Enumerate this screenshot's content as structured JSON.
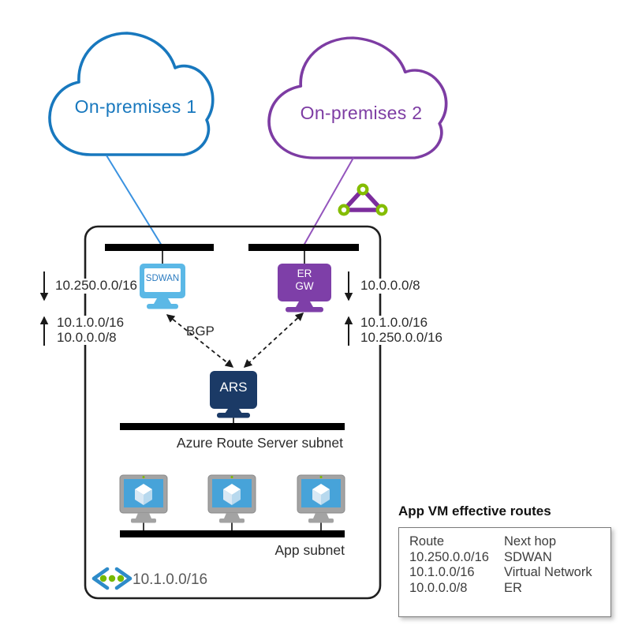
{
  "clouds": {
    "onprem1": {
      "label": "On-premises 1",
      "color": "#1878be"
    },
    "onprem2": {
      "label": "On-premises 2",
      "color": "#7d3ca3"
    }
  },
  "devices": {
    "sdwan": {
      "label": "SDWAN",
      "color": "#5bb8e6"
    },
    "ergw": {
      "line1": "ER",
      "line2": "GW",
      "color": "#7e3fa8"
    },
    "ars": {
      "label": "ARS",
      "color": "#1b3a66"
    }
  },
  "bgp": {
    "label": "BGP"
  },
  "left_routes": {
    "inbound": "10.250.0.0/16",
    "outbound1": "10.1.0.0/16",
    "outbound2": "10.0.0.0/8"
  },
  "right_routes": {
    "inbound": "10.0.0.0/8",
    "outbound1": "10.1.0.0/16",
    "outbound2": "10.250.0.0/16"
  },
  "subnets": {
    "ars_subnet_label": "Azure Route Server subnet",
    "app_subnet_label": "App subnet"
  },
  "vnet": {
    "cidr": "10.1.0.0/16"
  },
  "routes_table": {
    "title": "App VM effective routes",
    "columns": {
      "route": "Route",
      "next_hop": "Next hop"
    },
    "rows": [
      {
        "route": "10.250.0.0/16",
        "next_hop": "SDWAN"
      },
      {
        "route": "10.1.0.0/16",
        "next_hop": "Virtual Network"
      },
      {
        "route": "10.0.0.0/8",
        "next_hop": "ER"
      }
    ]
  }
}
